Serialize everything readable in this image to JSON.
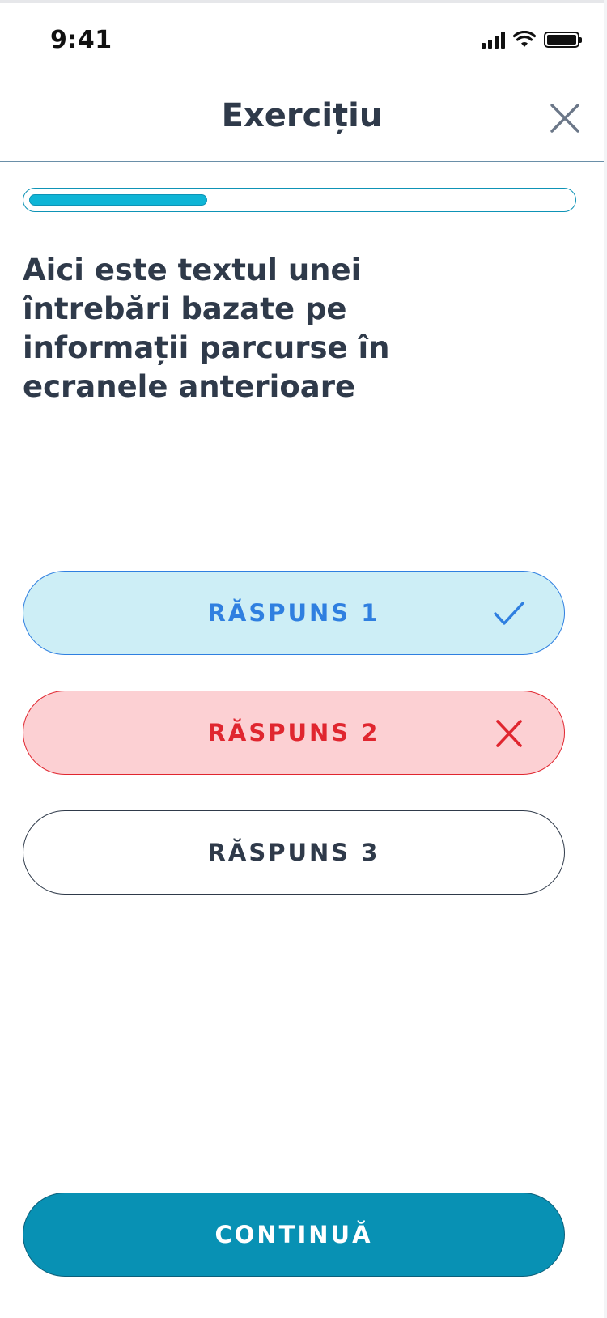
{
  "status_bar": {
    "time": "9:41",
    "icons": [
      "cellular-signal-icon",
      "wifi-icon",
      "battery-icon"
    ]
  },
  "header": {
    "title": "Exercițiu",
    "close_icon": "close-icon"
  },
  "progress": {
    "value": 0.33,
    "fill_color": "#0fb5d6",
    "track_border_color": "#0e93b6"
  },
  "question": {
    "text": "Aici este textul unei întrebări bazate pe informații parcurse în ecranele anterioare"
  },
  "answers": [
    {
      "label": "RĂSPUNS 1",
      "state": "correct",
      "icon": "checkmark-icon",
      "color": "#2f7fe0",
      "background": "#cdeef6"
    },
    {
      "label": "RĂSPUNS 2",
      "state": "wrong",
      "icon": "x-mark-icon",
      "color": "#e0262f",
      "background": "#fcd0d3"
    },
    {
      "label": "RĂSPUNS 3",
      "state": "unselected",
      "icon": "",
      "color": "#2f3a4a",
      "background": "#ffffff"
    }
  ],
  "footer": {
    "continue_label": "CONTINUĂ",
    "button_color": "#0891b4"
  }
}
